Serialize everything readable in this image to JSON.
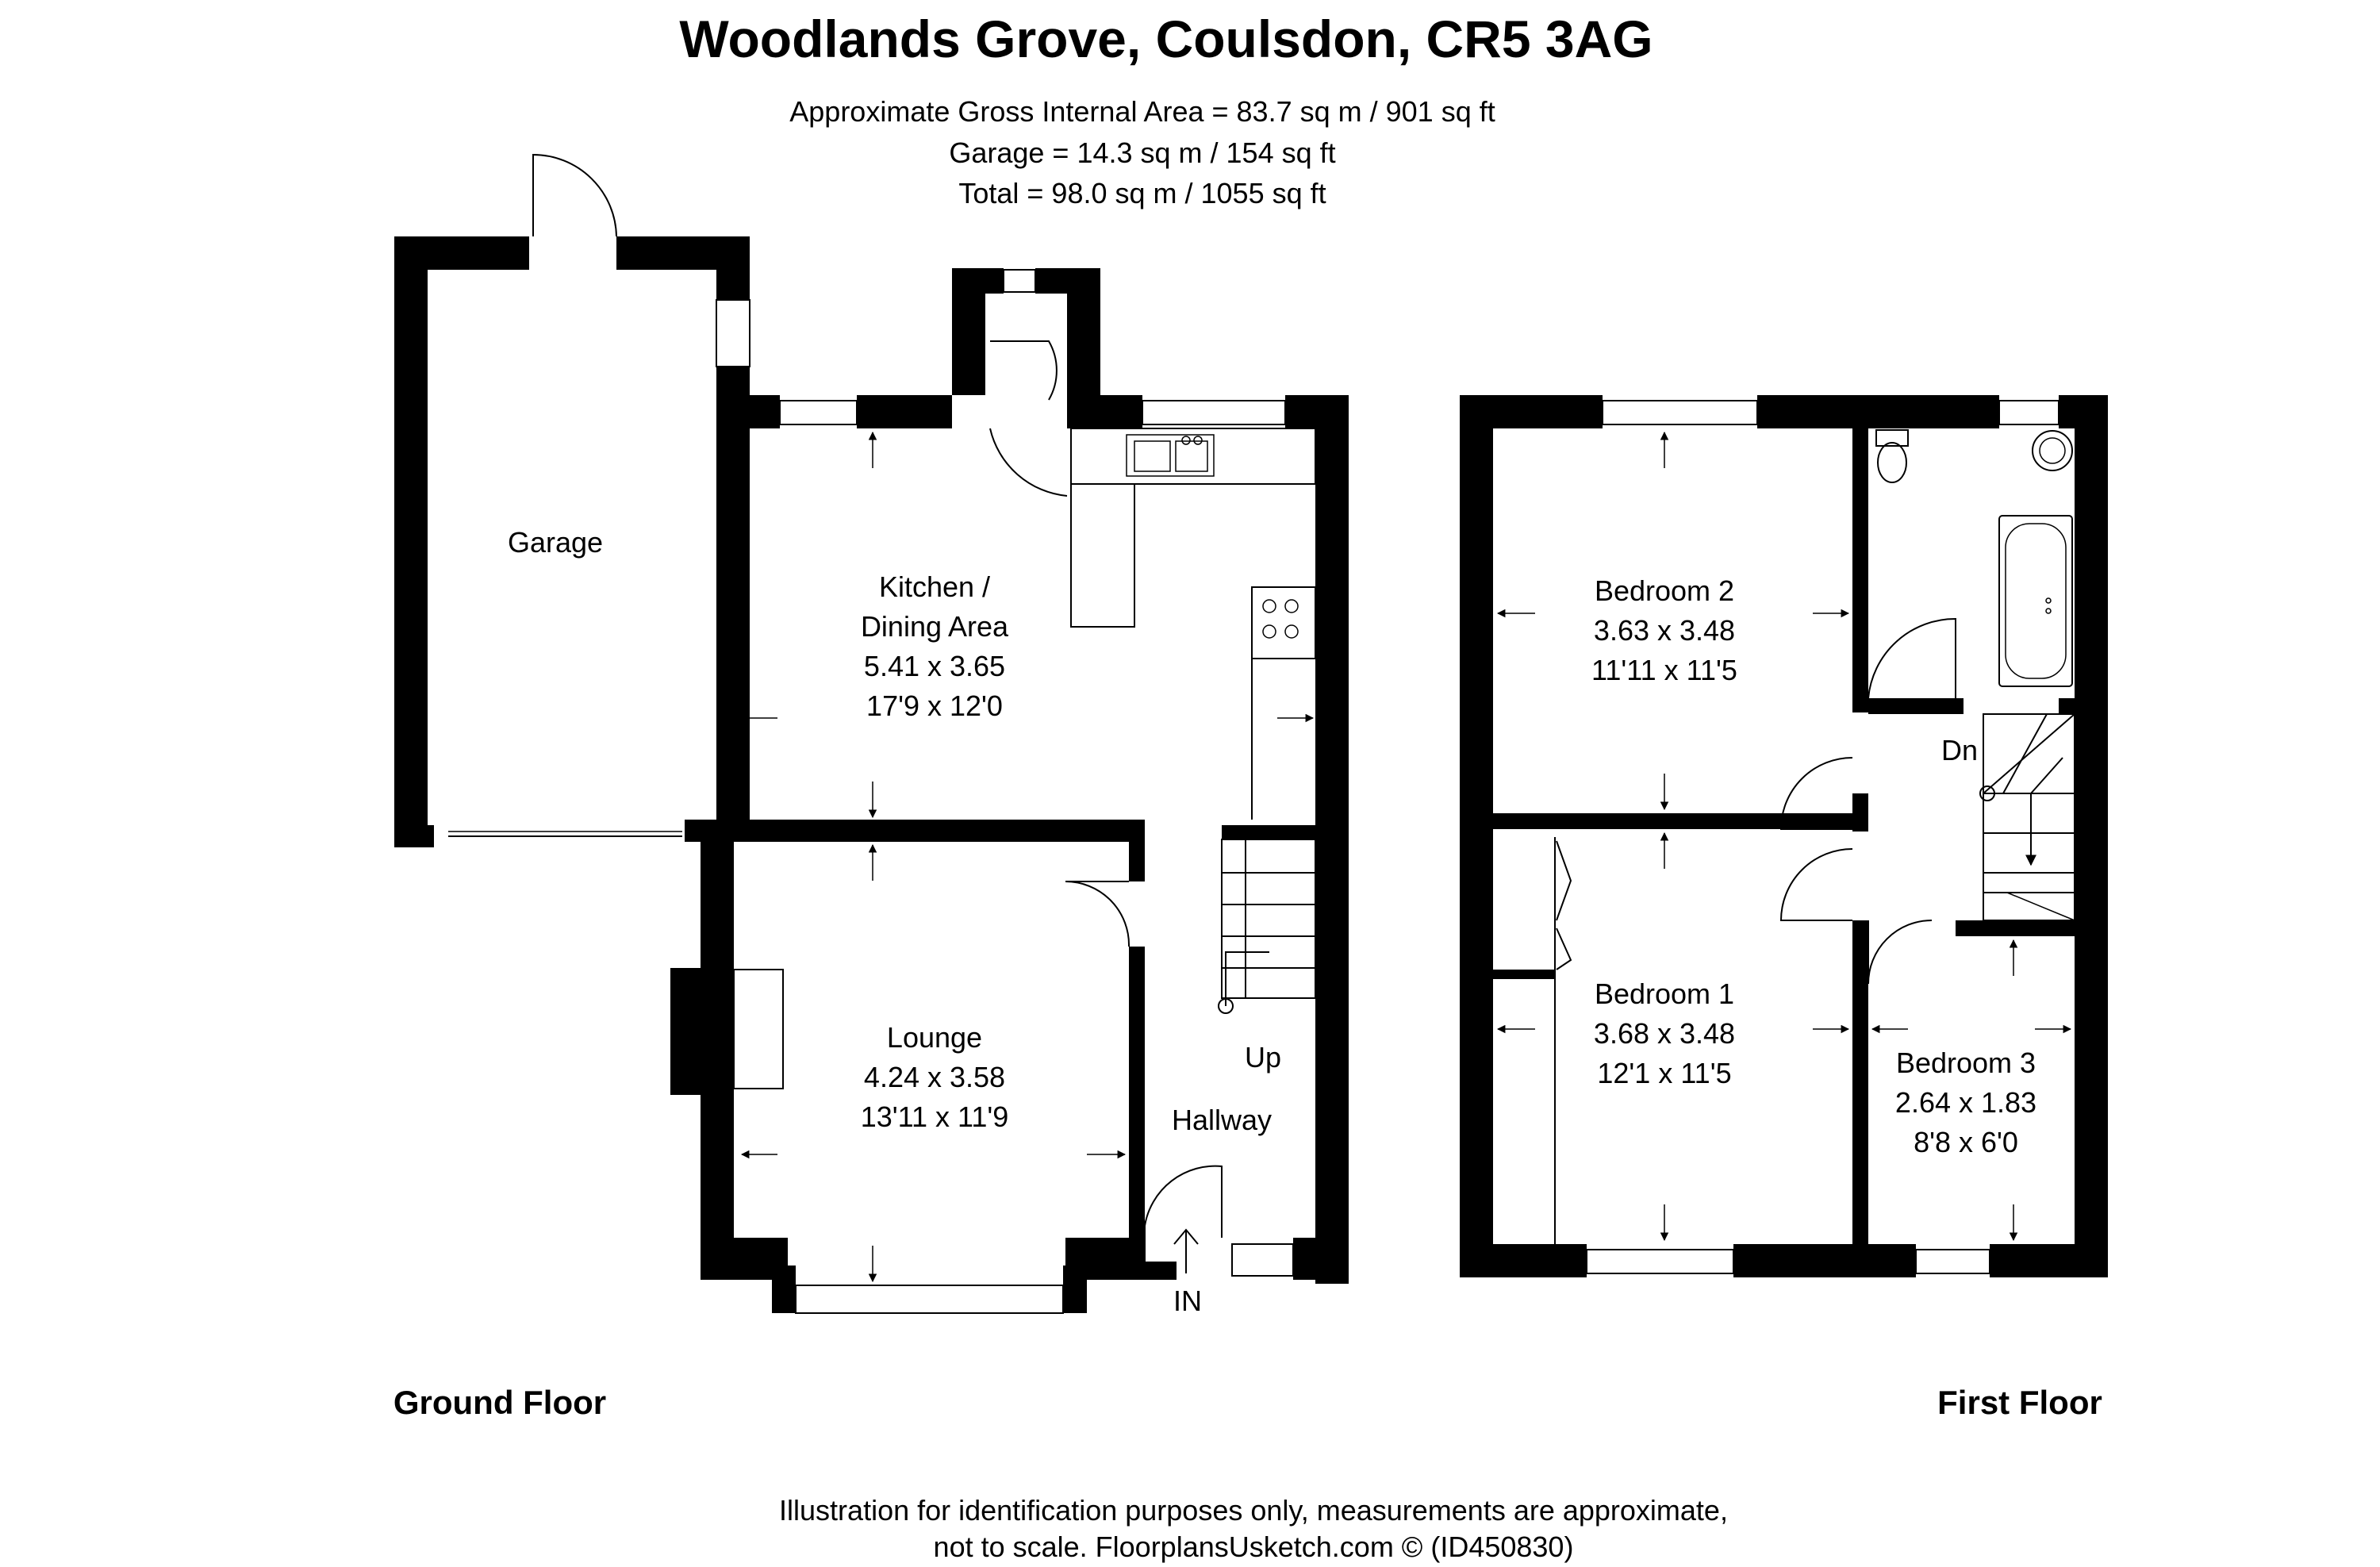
{
  "header": {
    "title": "Woodlands Grove, Coulsdon, CR5 3AG",
    "area_lines": [
      "Approximate Gross Internal Area = 83.7 sq m / 901 sq ft",
      "Garage = 14.3 sq m / 154 sq ft",
      "Total = 98.0 sq m / 1055 sq ft"
    ]
  },
  "ground_floor": {
    "label": "Ground Floor",
    "garage": {
      "name": "Garage"
    },
    "kitchen": {
      "name_1": "Kitchen /",
      "name_2": "Dining Area",
      "metric": "5.41 x 3.65",
      "imperial": "17'9 x 12'0"
    },
    "lounge": {
      "name": "Lounge",
      "metric": "4.24 x 3.58",
      "imperial": "13'11 x 11'9"
    },
    "hallway": {
      "name": "Hallway",
      "stairs": "Up",
      "entrance": "IN"
    }
  },
  "first_floor": {
    "label": "First Floor",
    "bedroom_2": {
      "name": "Bedroom 2",
      "metric": "3.63 x 3.48",
      "imperial": "11'11 x 11'5"
    },
    "bedroom_1": {
      "name": "Bedroom 1",
      "metric": "3.68 x 3.48",
      "imperial": "12'1 x 11'5"
    },
    "bedroom_3": {
      "name": "Bedroom 3",
      "metric": "2.64 x 1.83",
      "imperial": "8'8 x 6'0"
    },
    "landing": {
      "stairs": "Dn"
    }
  },
  "footer": {
    "line_1": "Illustration for identification purposes only, measurements are approximate,",
    "line_2": "not to scale. FloorplansUsketch.com © (ID450830)"
  },
  "colors": {
    "wall": "#000000",
    "background": "#ffffff"
  }
}
